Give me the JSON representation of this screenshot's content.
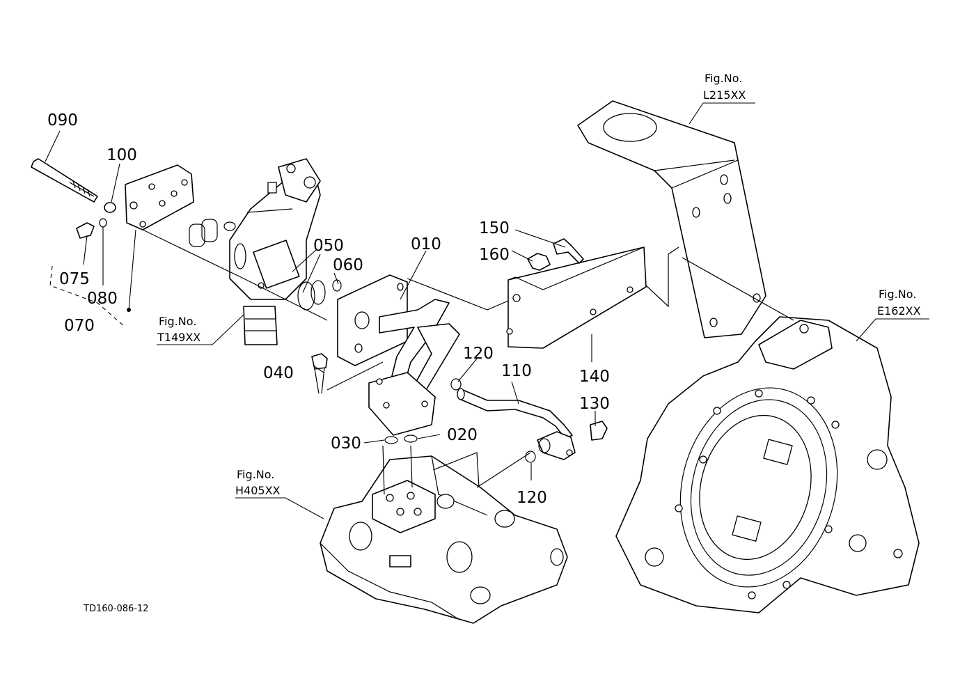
{
  "parts": {
    "p090": "090",
    "p100": "100",
    "p075": "075",
    "p080": "080",
    "p070": "070",
    "p050": "050",
    "p060": "060",
    "p010": "010",
    "p040": "040",
    "p120a": "120",
    "p110": "110",
    "p130": "130",
    "p030": "030",
    "p020": "020",
    "p120b": "120",
    "p150": "150",
    "p160": "160",
    "p140": "140"
  },
  "figrefs": {
    "t149": {
      "line1": "Fig.No.",
      "line2": "T149XX"
    },
    "h405": {
      "line1": "Fig.No.",
      "line2": "H405XX"
    },
    "l215": {
      "line1": "Fig.No.",
      "line2": "L215XX"
    },
    "e162": {
      "line1": "Fig.No.",
      "line2": "E162XX"
    }
  },
  "drawing_code": "TD160-086-12"
}
